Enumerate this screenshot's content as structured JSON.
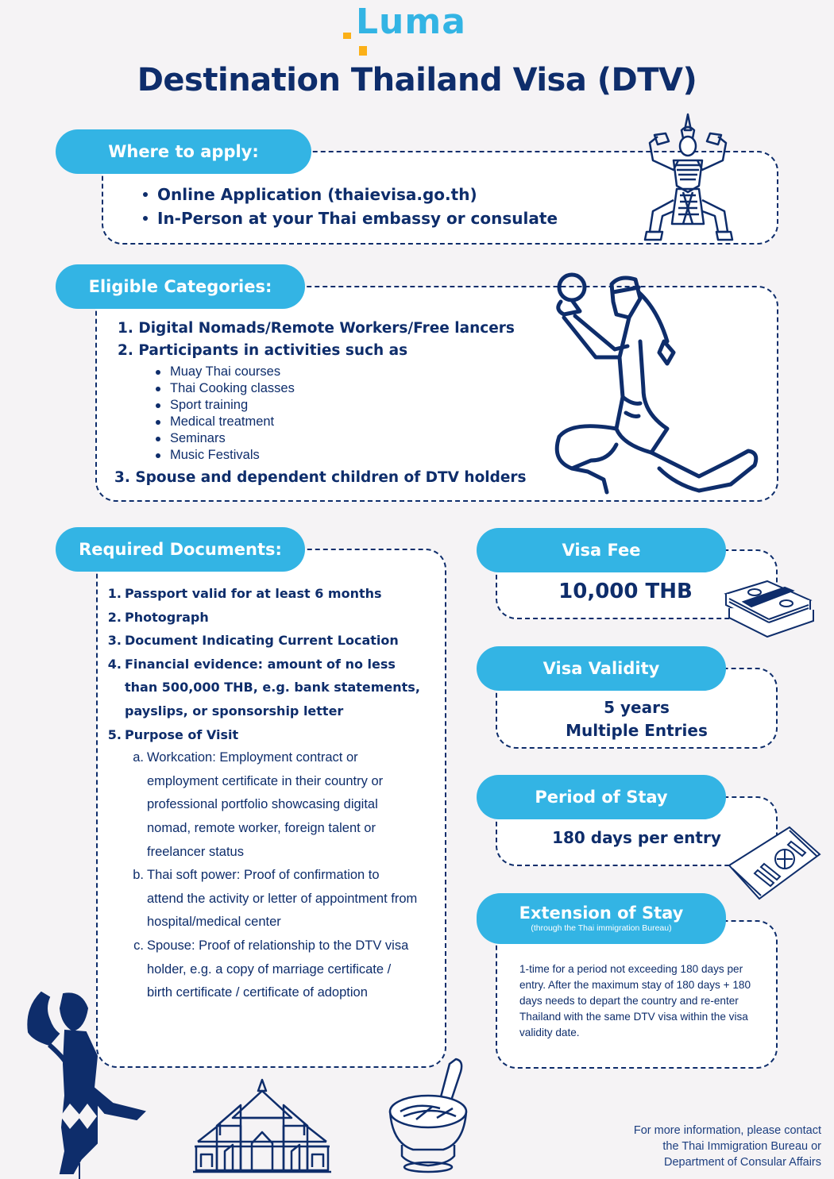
{
  "brand": {
    "logo_text": "Luma",
    "primary_color": "#33b4e4",
    "accent_color": "#fbb018",
    "text_color": "#0e2d6b"
  },
  "title": "Destination Thailand Visa (DTV)",
  "where_to_apply": {
    "heading": "Where to apply:",
    "items": [
      "Online Application (thaievisa.go.th)",
      "In-Person at your Thai embassy or consulate"
    ]
  },
  "eligible_categories": {
    "heading": "Eligible Categories:",
    "items": [
      {
        "num": "1.",
        "label": "Digital Nomads/Remote Workers/Free lancers"
      },
      {
        "num": "2.",
        "label": "Participants in activities such as"
      },
      {
        "num": "3.",
        "label": "Spouse and dependent children of DTV holders"
      }
    ],
    "activities": [
      "Muay Thai courses",
      "Thai Cooking classes",
      "Sport training",
      "Medical treatment",
      "Seminars",
      "Music Festivals"
    ]
  },
  "required_documents": {
    "heading": "Required Documents:",
    "items": [
      {
        "num": "1.",
        "label": "Passport valid for at least 6 months"
      },
      {
        "num": "2.",
        "label": "Photograph"
      },
      {
        "num": "3.",
        "label": "Document Indicating Current Location"
      },
      {
        "num": "4.",
        "label": "Financial evidence: amount of no less than 500,000 THB, e.g. bank statements, payslips, or sponsorship letter"
      },
      {
        "num": "5.",
        "label": "Purpose of Visit"
      }
    ],
    "purpose": [
      {
        "num": "a.",
        "label": "Workcation: Employment contract or employment certificate in their country or professional portfolio showcasing digital nomad, remote worker, foreign talent or freelancer status"
      },
      {
        "num": "b.",
        "label": "Thai soft power: Proof of confirmation to attend the activity or letter of appointment from hospital/medical center"
      },
      {
        "num": "c.",
        "label": "Spouse: Proof of relationship to the DTV visa holder, e.g. a copy of marriage certificate / birth certificate / certificate of adoption"
      }
    ]
  },
  "visa_fee": {
    "heading": "Visa Fee",
    "value": "10,000 THB"
  },
  "visa_validity": {
    "heading": "Visa Validity",
    "line1": "5 years",
    "line2": "Multiple Entries"
  },
  "period_of_stay": {
    "heading": "Period of Stay",
    "value": "180 days per entry"
  },
  "extension_of_stay": {
    "heading": "Extension of Stay",
    "subheading": "(through the Thai immigration Bureau)",
    "body": "1-time for a period not exceeding 180 days per entry. After the maximum stay of 180 days + 180 days needs to depart the country and re-enter Thailand with the same DTV visa within the visa validity date."
  },
  "footer": {
    "line1": "For more information, please contact",
    "line2": "the Thai Immigration Bureau or",
    "line3": "Department of Consular Affairs"
  },
  "illustrations": [
    "thai-dancer-icon",
    "muay-thai-fighter-icon",
    "money-stack-icon",
    "passport-icon",
    "shadow-puppet-icon",
    "thai-temple-icon",
    "mortar-pestle-icon"
  ]
}
